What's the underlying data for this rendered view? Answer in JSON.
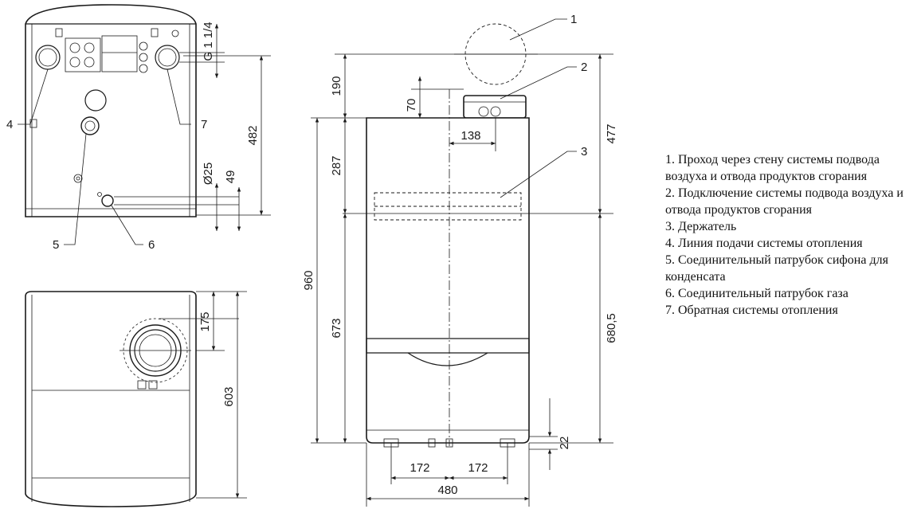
{
  "dimensions": {
    "side_view": {
      "thread": "G 1 1/4",
      "diameter": "Ø25",
      "d49": "49",
      "d482": "482"
    },
    "top_view": {
      "d175": "175",
      "d603": "603"
    },
    "front_view": {
      "d190": "190",
      "d70": "70",
      "d138": "138",
      "d477": "477",
      "d287": "287",
      "d960": "960",
      "d673": "673",
      "d680_5": "680,5",
      "d22": "22",
      "d172_left": "172",
      "d172_right": "172",
      "d480": "480"
    }
  },
  "callouts": {
    "c1": "1",
    "c2": "2",
    "c3": "3",
    "c4": "4",
    "c5": "5",
    "c6": "6",
    "c7": "7"
  },
  "legend": [
    "1. Проход через стену системы подвода воздуха и отвода продуктов сгорания",
    "2. Подключение системы подвода воздуха и отвода продуктов сгорания",
    "3. Держатель",
    "4. Линия подачи системы отопления",
    "5. Соединительный патрубок сифона для конденсата",
    "6. Соединительный патрубок газа",
    "7. Обратная системы отопления"
  ]
}
